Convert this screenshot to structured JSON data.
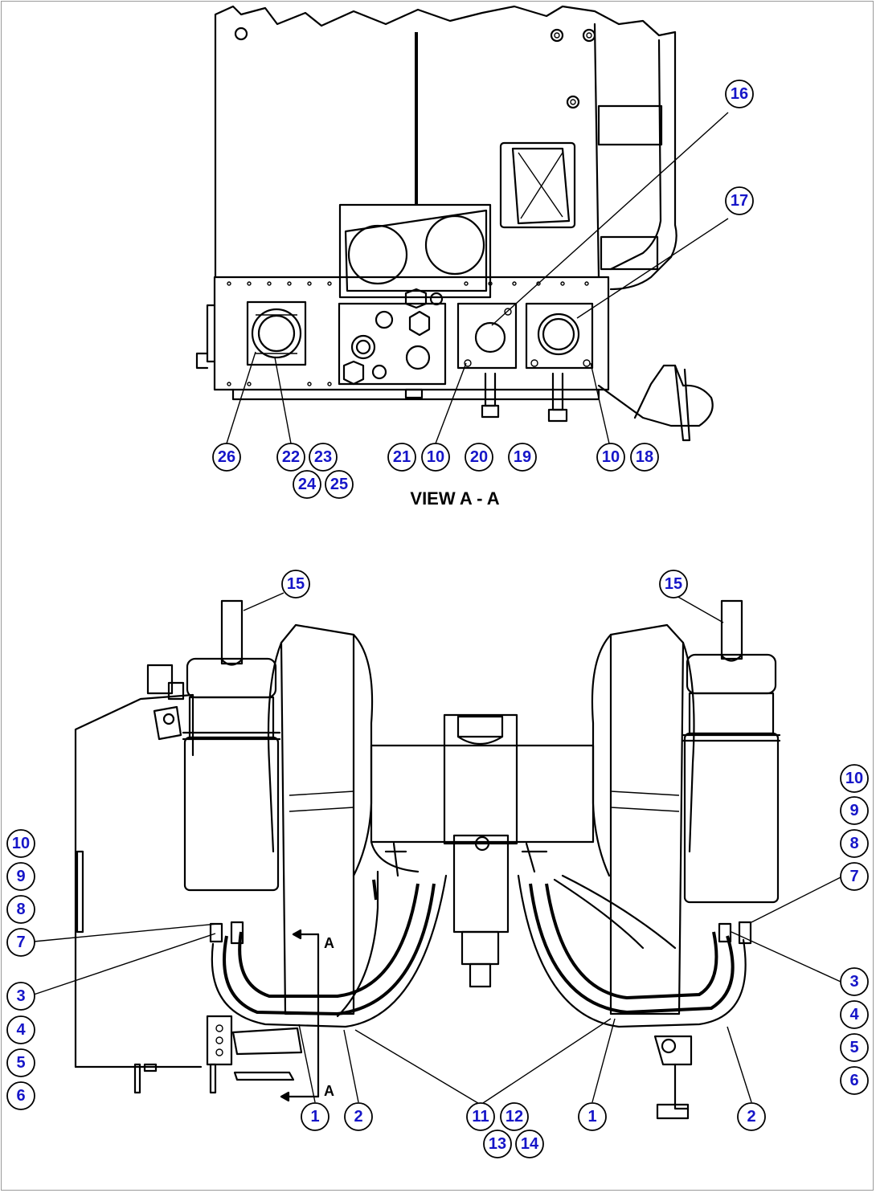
{
  "view_label": "VIEW A - A",
  "section_letters": [
    "A",
    "A"
  ],
  "colors": {
    "callout_text": "#1515c8",
    "line": "#000000",
    "background": "#ffffff"
  },
  "callouts": [
    "16",
    "17",
    "26",
    "22",
    "23",
    "24",
    "25",
    "21",
    "10",
    "20",
    "19",
    "10",
    "18",
    "15",
    "15",
    "10",
    "9",
    "8",
    "7",
    "3",
    "4",
    "5",
    "6",
    "10",
    "9",
    "8",
    "7",
    "3",
    "4",
    "5",
    "6",
    "1",
    "2",
    "11",
    "12",
    "13",
    "14",
    "1",
    "2"
  ]
}
